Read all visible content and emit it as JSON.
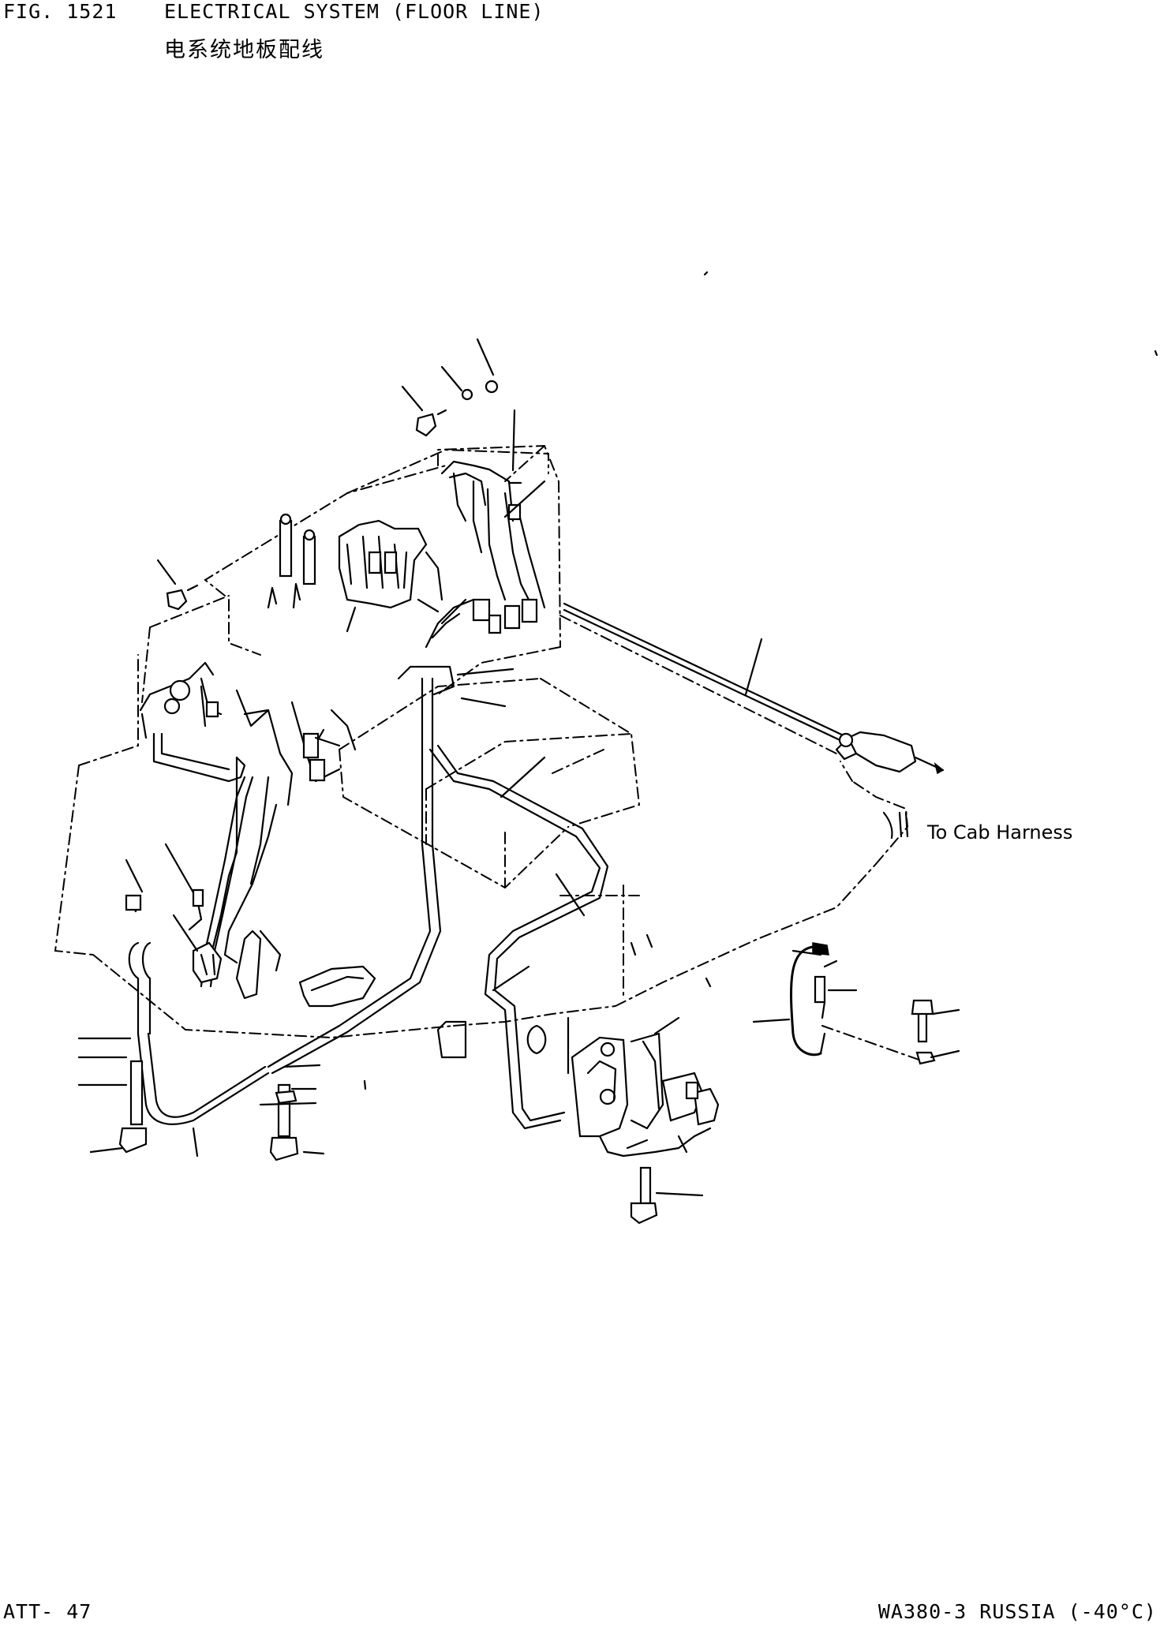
{
  "header": {
    "fig_number": "FIG. 1521",
    "title": "ELECTRICAL SYSTEM (FLOOR LINE)",
    "subtitle": "电系统地板配线"
  },
  "diagram": {
    "callout_harness": "To Cab Harness"
  },
  "footer": {
    "page_id": "ATT- 47",
    "model": "WA380-3 RUSSIA (-40°C)"
  }
}
